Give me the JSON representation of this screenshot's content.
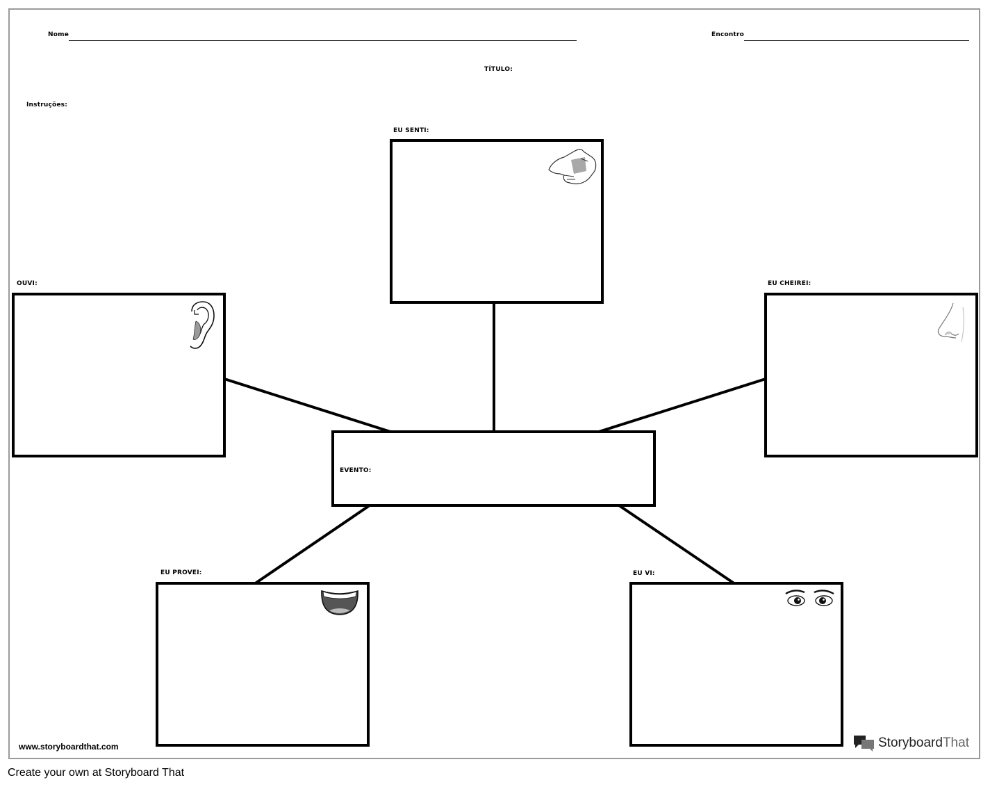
{
  "header": {
    "name_label": "Nome",
    "date_label": "Encontro",
    "title_label": "TÍTULO:",
    "instructions_label": "Instruções:"
  },
  "boxes": {
    "felt": {
      "label": "EU SENTI:",
      "icon": "hand-icon"
    },
    "heard": {
      "label": "OUVI:",
      "icon": "ear-icon"
    },
    "smelled": {
      "label": "EU CHEIREI:",
      "icon": "nose-icon"
    },
    "event": {
      "label": "EVENTO:"
    },
    "tasted": {
      "label": "EU PROVEI:",
      "icon": "mouth-icon"
    },
    "saw": {
      "label": "EU VI:",
      "icon": "eyes-icon"
    }
  },
  "footer": {
    "website": "www.storyboardthat.com",
    "cta": "Create your own at Storyboard That",
    "logo_part1": "Storyboard",
    "logo_part2": "That"
  }
}
